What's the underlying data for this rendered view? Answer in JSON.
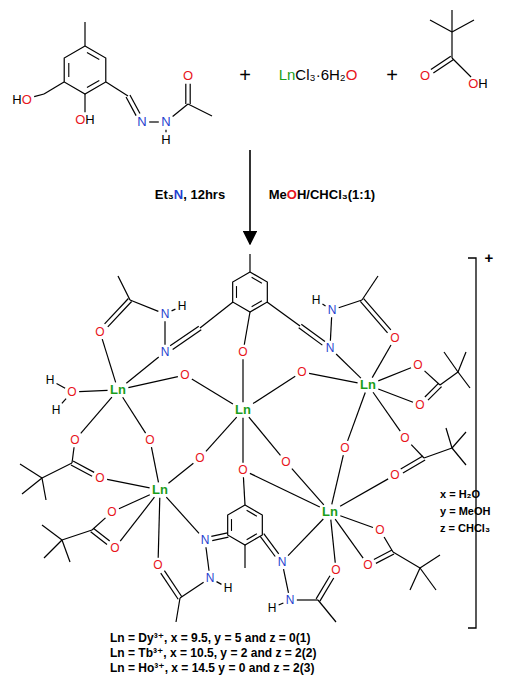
{
  "diagram": {
    "labels": [
      "HO",
      "OH",
      "N",
      "N",
      "H",
      "O",
      "+",
      "LnCl₃·6H₂O",
      "+",
      "O",
      "OH",
      "Et₃N, 12hrs",
      "MeOH/CHCl₃(1:1)",
      "+",
      "Ln",
      "Ln",
      "Ln",
      "Ln",
      "Ln",
      "N",
      "N",
      "H",
      "O",
      "N",
      "N",
      "H",
      "O",
      "N",
      "N",
      "H",
      "O",
      "N",
      "N",
      "H",
      "O",
      "O",
      "H",
      "H",
      "O",
      "O",
      "O",
      "O",
      "O",
      "O",
      "O",
      "O",
      "O",
      "O",
      "O",
      "O",
      "O",
      "O",
      "O",
      "O",
      "O",
      "O",
      "x = H₂O",
      "y = MeOH",
      "z = CHCl₃",
      "Ln = Dy³⁺,  x = 9.5,   y = 5 and  z = 0(1)",
      "Ln = Tb³⁺,  x = 10.5,  y = 2 and  z = 2(2)",
      "Ln = Ho³⁺,  x = 14.5  y = 0 and  z = 2(3)"
    ]
  }
}
